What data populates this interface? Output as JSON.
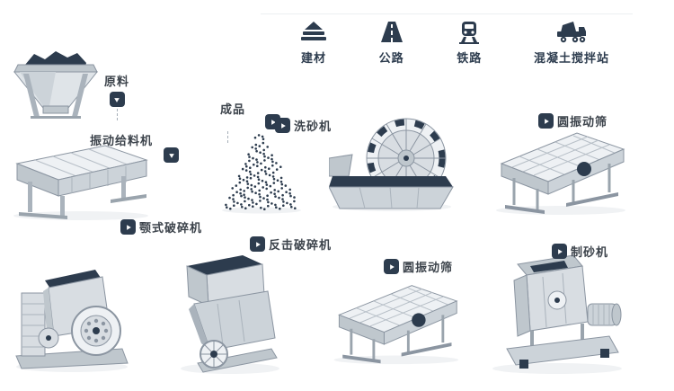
{
  "legend": {
    "items": [
      {
        "label": "建材",
        "icon": "building-materials-icon"
      },
      {
        "label": "公路",
        "icon": "highway-icon"
      },
      {
        "label": "铁路",
        "icon": "railway-icon"
      },
      {
        "label": "混凝土搅拌站",
        "icon": "concrete-mixing-plant-icon"
      }
    ]
  },
  "nodes": {
    "raw_material": {
      "label": "原料"
    },
    "vibrating_feeder": {
      "label": "振动给料机"
    },
    "jaw_crusher": {
      "label": "颚式破碎机"
    },
    "impact_crusher": {
      "label": "反击破碎机"
    },
    "finished_product": {
      "label": "成品"
    },
    "sand_washer": {
      "label": "洗砂机"
    },
    "vibrating_screen_top": {
      "label": "圆振动筛"
    },
    "vibrating_screen_bottom": {
      "label": "圆振动筛"
    },
    "sand_maker": {
      "label": "制砂机"
    }
  },
  "colors": {
    "accent_dark": "#2d3c4e",
    "machine_light": "#eef1f4",
    "machine_mid": "#ccd3d9",
    "machine_shadow": "#aab3bc",
    "label_text": "#3c434b"
  }
}
